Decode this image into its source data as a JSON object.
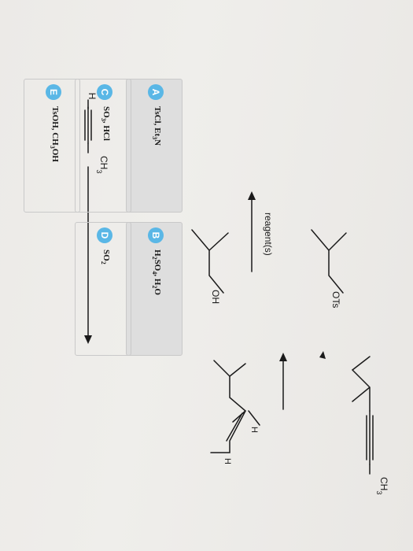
{
  "start_material": {
    "h": "H",
    "methyl": "CH3"
  },
  "product": {
    "methyl": "CH3",
    "h1": "H",
    "h2": "H"
  },
  "intermediates": {
    "tosylate": "OTs",
    "reagent_label": "reagent(s)",
    "alcohol": "OH"
  },
  "answers": [
    {
      "letter": "A",
      "text": "TsCl, Et3N"
    },
    {
      "letter": "B",
      "text": "H2SO4, H2O"
    },
    {
      "letter": "C",
      "text": "SO3, HCl"
    },
    {
      "letter": "D",
      "text": "SO2"
    },
    {
      "letter": "E",
      "text": "TsOH, CH3OH"
    }
  ],
  "colors": {
    "badge": "#5ab7e6",
    "ink": "#1a1a1a"
  }
}
